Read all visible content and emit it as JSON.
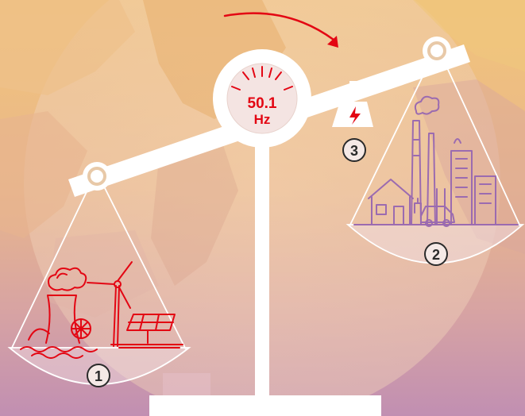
{
  "gauge": {
    "value": "50.1",
    "unit": "Hz"
  },
  "markers": {
    "generation": "1",
    "consumption": "2",
    "balancing": "3"
  },
  "colors": {
    "accent_red": "#e30613",
    "consumption_purple": "#9b6bb0",
    "beam": "#ffffff",
    "background_top": "#f2c47a",
    "background_bottom": "#c695b1"
  },
  "icons": {
    "left_pan": [
      "power-plant-icon",
      "cooling-tower-icon",
      "wind-turbine-icon",
      "solar-panel-icon",
      "water-wheel-icon"
    ],
    "right_pan": [
      "house-icon",
      "factory-icon",
      "office-building-icon",
      "electric-car-icon"
    ],
    "weight": "lightning-bolt-icon",
    "arrow": "tilt-arrow-icon"
  }
}
